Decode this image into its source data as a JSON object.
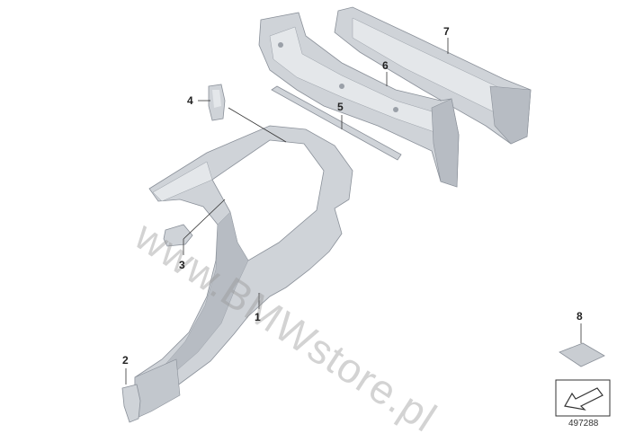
{
  "diagram": {
    "callouts": [
      {
        "id": "1",
        "label": "1"
      },
      {
        "id": "2",
        "label": "2"
      },
      {
        "id": "3",
        "label": "3"
      },
      {
        "id": "4",
        "label": "4"
      },
      {
        "id": "5",
        "label": "5"
      },
      {
        "id": "6",
        "label": "6"
      },
      {
        "id": "7",
        "label": "7"
      },
      {
        "id": "8",
        "label": "8"
      }
    ],
    "watermark": "www.BMWstore.pl",
    "document_number": "497288"
  },
  "colors": {
    "part_fill": "#cfd3d8",
    "part_shade": "#b7bcc3",
    "part_light": "#e4e7ea",
    "outline": "#8a9099",
    "leader": "#333333"
  }
}
